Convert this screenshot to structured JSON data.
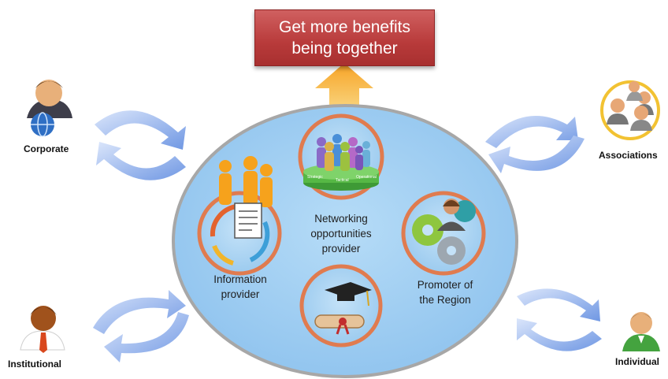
{
  "banner": {
    "line1": "Get more benefits",
    "line2": "being together"
  },
  "roles": {
    "networking": [
      "Networking",
      "opportunities",
      "provider"
    ],
    "information": [
      "Information",
      "provider"
    ],
    "promoter": [
      "Promoter of",
      "the Region"
    ],
    "education": "",
    "levels": [
      "Strategic",
      "Tactical",
      "Operational"
    ]
  },
  "actors": {
    "corporate": "Corporate",
    "associations": "Associations",
    "institutional": "Institutional",
    "individual": "Individual"
  },
  "colors": {
    "ellipse": "#a8d1f2",
    "ellipse_border": "#a7a7a7",
    "role_ring": "#e07b4f",
    "banner": "#b83a3a",
    "arrow": "#7aa3e8",
    "upward_arrow": "#f2a33a"
  }
}
